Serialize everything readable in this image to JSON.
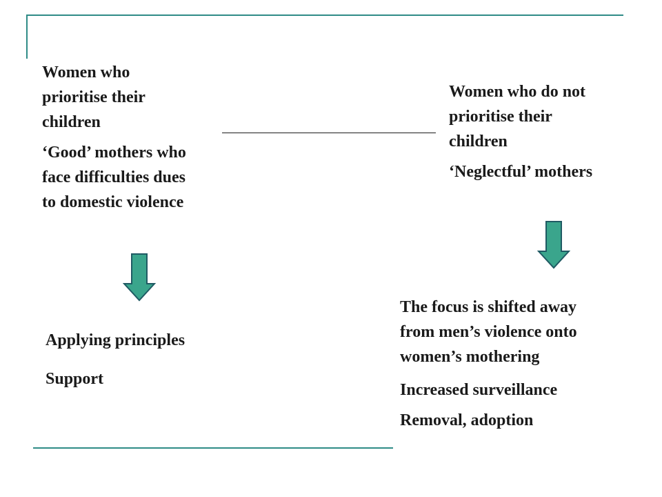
{
  "left_top": {
    "line1": "Women who",
    "line2": "prioritise their",
    "line3": "children",
    "line4": "‘Good’ mothers who",
    "line5": "face difficulties dues",
    "line6": "to domestic violence"
  },
  "right_top": {
    "line1": "Women who do not",
    "line2": "prioritise their",
    "line3": "children",
    "line4": "‘Neglectful’ mothers"
  },
  "left_bottom": {
    "line1": "Applying principles",
    "line2": "Support"
  },
  "right_bottom": {
    "line1": "The focus is shifted away",
    "line2": "from men’s violence onto",
    "line3": "women’s mothering",
    "line4": "Increased surveillance",
    "line5": "Removal, adoption"
  },
  "colors": {
    "frame": "#2e8b86",
    "arrow_fill": "#3aa58c",
    "arrow_stroke": "#1f5a63",
    "text": "#1a1a1a"
  },
  "icons": {
    "arrow": "arrow-down-icon"
  }
}
